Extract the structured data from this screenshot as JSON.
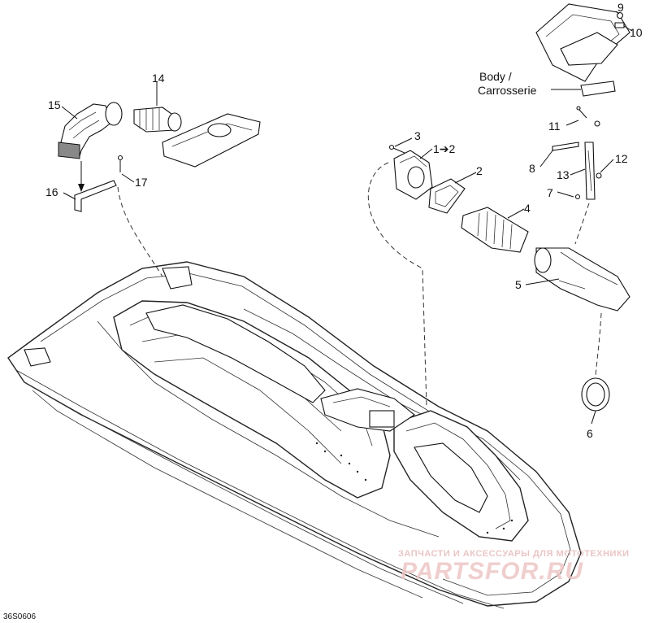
{
  "callouts": {
    "c1": "1➔2",
    "c2": "2",
    "c3": "3",
    "c4": "4",
    "c5": "5",
    "c6": "6",
    "c7": "7",
    "c8": "8",
    "c9": "9",
    "c10": "10",
    "c11": "11",
    "c12": "12",
    "c13": "13",
    "c14": "14",
    "c15": "15",
    "c16": "16",
    "c17": "17"
  },
  "body_label": {
    "line1": "Body /",
    "line2": "Carrosserie"
  },
  "drawing_code": "36S0606",
  "watermark": {
    "line1": "ЗАПЧАСТИ И АКСЕССУАРЫ ДЛЯ МОТОТЕХНИКИ",
    "line2": "PARTSFOR.RU"
  }
}
